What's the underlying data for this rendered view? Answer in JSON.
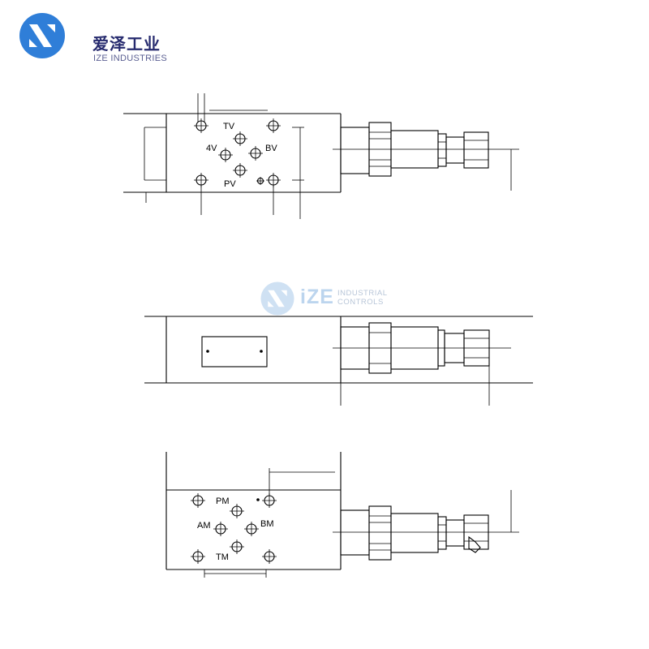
{
  "brand": {
    "name_cn": "爱泽工业",
    "name_en": "IZE INDUSTRIES",
    "logo_color": "#2f7ed8"
  },
  "watermark": {
    "name": "iZE",
    "line1": "INDUSTRIAL",
    "line2": "CONTROLS",
    "color": "#bcd5ee"
  },
  "views": {
    "top": {
      "ports": [
        "TV",
        "4V",
        "BV",
        "PV"
      ]
    },
    "bottom": {
      "ports": [
        "PM",
        "AM",
        "BM",
        "TM"
      ]
    }
  }
}
